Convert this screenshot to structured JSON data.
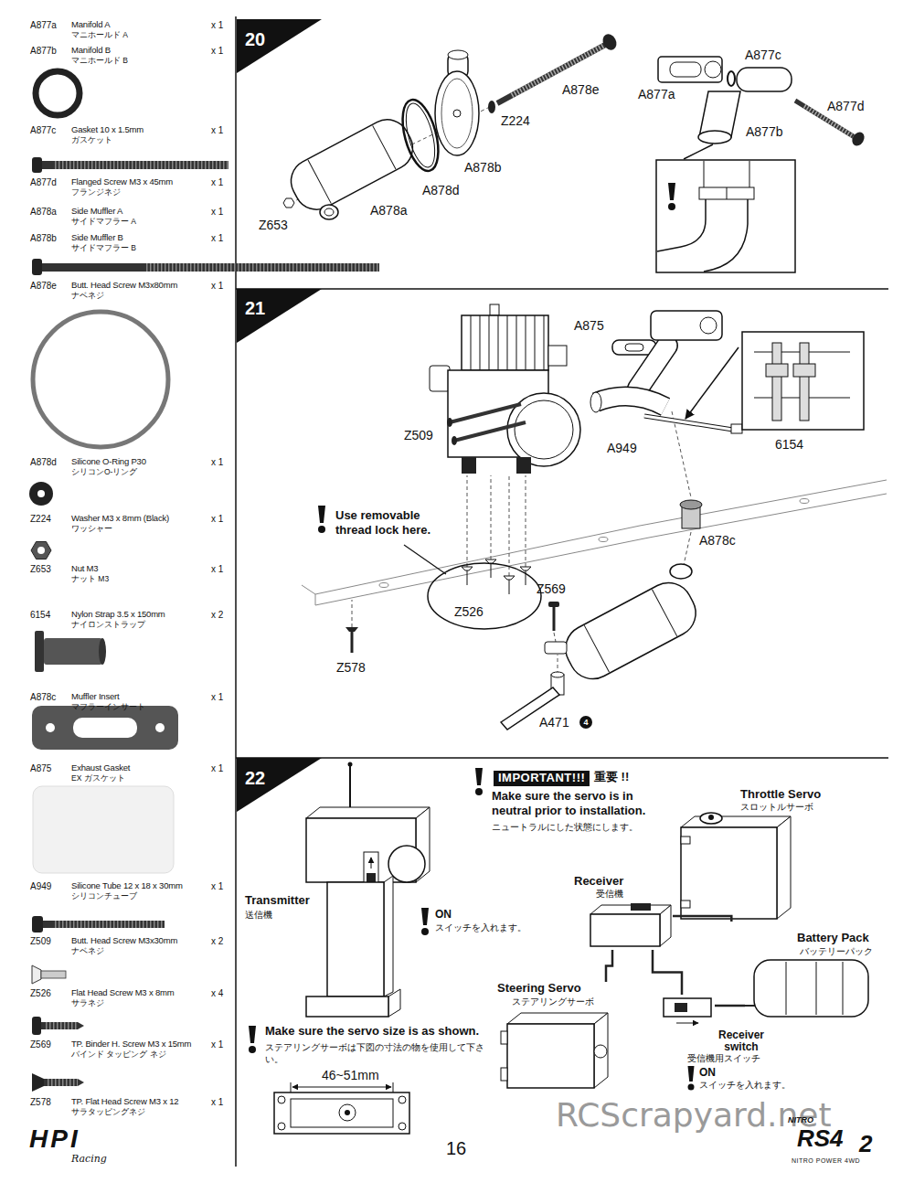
{
  "diagram": {
    "nodes": [
      {
        "text": [
          "20"
        ]
      },
      {
        "text": [
          "21"
        ]
      },
      {
        "text": [
          "6154"
        ],
        "in": 1
      },
      {
        "text": [
          "22"
        ]
      },
      {
        "text": [
          "IMPORTANT!!!"
        ],
        "in": 3
      },
      {
        "text": [
          "Transmitter",
          "送信機"
        ],
        "in": 3
      },
      {
        "text": [
          "Throttle Servo",
          "スロットルサーボ"
        ],
        "in": 3
      },
      {
        "text": [
          "Receiver",
          "受信機"
        ],
        "in": 3
      },
      {
        "text": [
          "Battery Pack",
          "バッテリーパック"
        ],
        "in": 3
      },
      {
        "text": [
          "Steering Servo",
          "ステアリングサーボ"
        ],
        "in": 3
      },
      {
        "text": [
          "Receiver switch",
          "受信機用スイッチ"
        ],
        "in": 3
      }
    ],
    "edges": [
      {
        "from": 7,
        "to": 6,
        "arrow": "none"
      },
      {
        "from": 7,
        "to": 9,
        "arrow": "none"
      },
      {
        "from": 7,
        "to": 10,
        "arrow": "none"
      },
      {
        "from": 10,
        "to": 8,
        "arrow": "none"
      }
    ],
    "labels": [
      "A877a",
      "Manifold A",
      "マニホールド A",
      "x 1",
      "A877b",
      "Manifold B",
      "マニホールド B",
      "x 1",
      "A877c",
      "Gasket 10 x 1.5mm",
      "ガスケット",
      "x 1",
      "A877d",
      "Flanged Screw M3 x 45mm",
      "フランジネジ",
      "x 1",
      "A878a",
      "Side Muffler A",
      "サイドマフラー A",
      "x 1",
      "A878b",
      "Side Muffler B",
      "サイドマフラー B",
      "x 1",
      "A878e",
      "Butt. Head Screw M3x80mm",
      "ナベネジ",
      "x 1",
      "A878d",
      "Silicone O-Ring P30",
      "シリコンO-リング",
      "x 1",
      "Z224",
      "Washer M3 x 8mm (Black)",
      "ワッシャー",
      "x 1",
      "Z653",
      "Nut M3",
      "ナット M3",
      "x 1",
      "6154",
      "Nylon Strap 3.5 x 150mm",
      "ナイロンストラップ",
      "x 2",
      "A878c",
      "Muffler Insert",
      "マフラーインサート",
      "x 1",
      "A875",
      "Exhaust Gasket",
      "EX ガスケット",
      "x 1",
      "A949",
      "Silicone Tube 12 x 18 x 30mm",
      "シリコンチューブ",
      "x 1",
      "Z509",
      "Butt. Head Screw M3x30mm",
      "ナベネジ",
      "x 2",
      "Z526",
      "Flat Head Screw M3 x 8mm",
      "サラネジ",
      "x 4",
      "Z569",
      "TP. Binder H. Screw M3 x 15mm",
      "バインド タッピング ネジ",
      "x 1",
      "Z578",
      "TP. Flat Head Screw M3 x 12",
      "サラタッピングネジ",
      "x 1",
      "A878e",
      "Z224",
      "A878b",
      "A878d",
      "Z653",
      "A878a",
      "A877c",
      "A877a",
      "A877d",
      "A877b",
      "A875",
      "Z509",
      "A949",
      "Use removable thread lock here.",
      "A878c",
      "Z526",
      "Z569",
      "Z578",
      "A471",
      "4",
      "重要 !!",
      "Make sure the servo is in neutral prior to installation.",
      "ニュートラルにした状態にします。",
      "ON",
      "スイッチを入れます。",
      "Make sure the servo size is as shown.",
      "ステアリングサーボは下図の寸法の物を使用して下さい。",
      "46~51mm",
      "ON",
      "スイッチを入れます。",
      "16",
      "RCScrapyard.net",
      "HPI",
      "Racing",
      "NITRO",
      "RS4",
      "2",
      "NITRO POWER 4WD"
    ]
  }
}
